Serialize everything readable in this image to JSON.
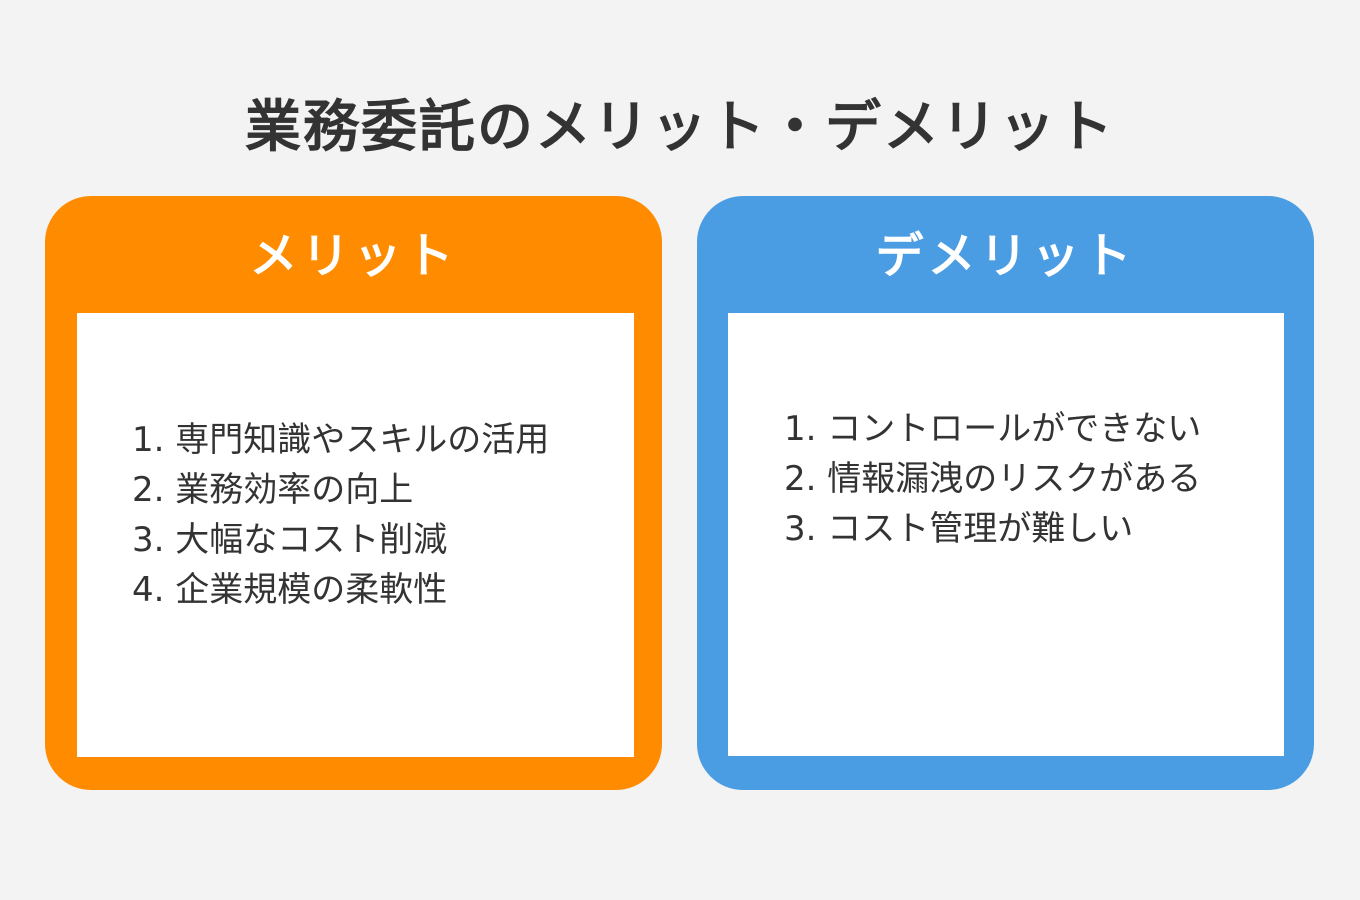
{
  "title": "業務委託のメリット・デメリット",
  "colors": {
    "background": "#f3f3f3",
    "merit_accent": "#ff8c00",
    "demerit_accent": "#4a9de3",
    "text": "#333333"
  },
  "merit": {
    "heading": "メリット",
    "items": [
      "1. 専門知識やスキルの活用",
      "2. 業務効率の向上",
      "3. 大幅なコスト削減",
      "4. 企業規模の柔軟性"
    ]
  },
  "demerit": {
    "heading": "デメリット",
    "items": [
      "1. コントロールができない",
      "2. 情報漏洩のリスクがある",
      "3. コスト管理が難しい"
    ]
  }
}
